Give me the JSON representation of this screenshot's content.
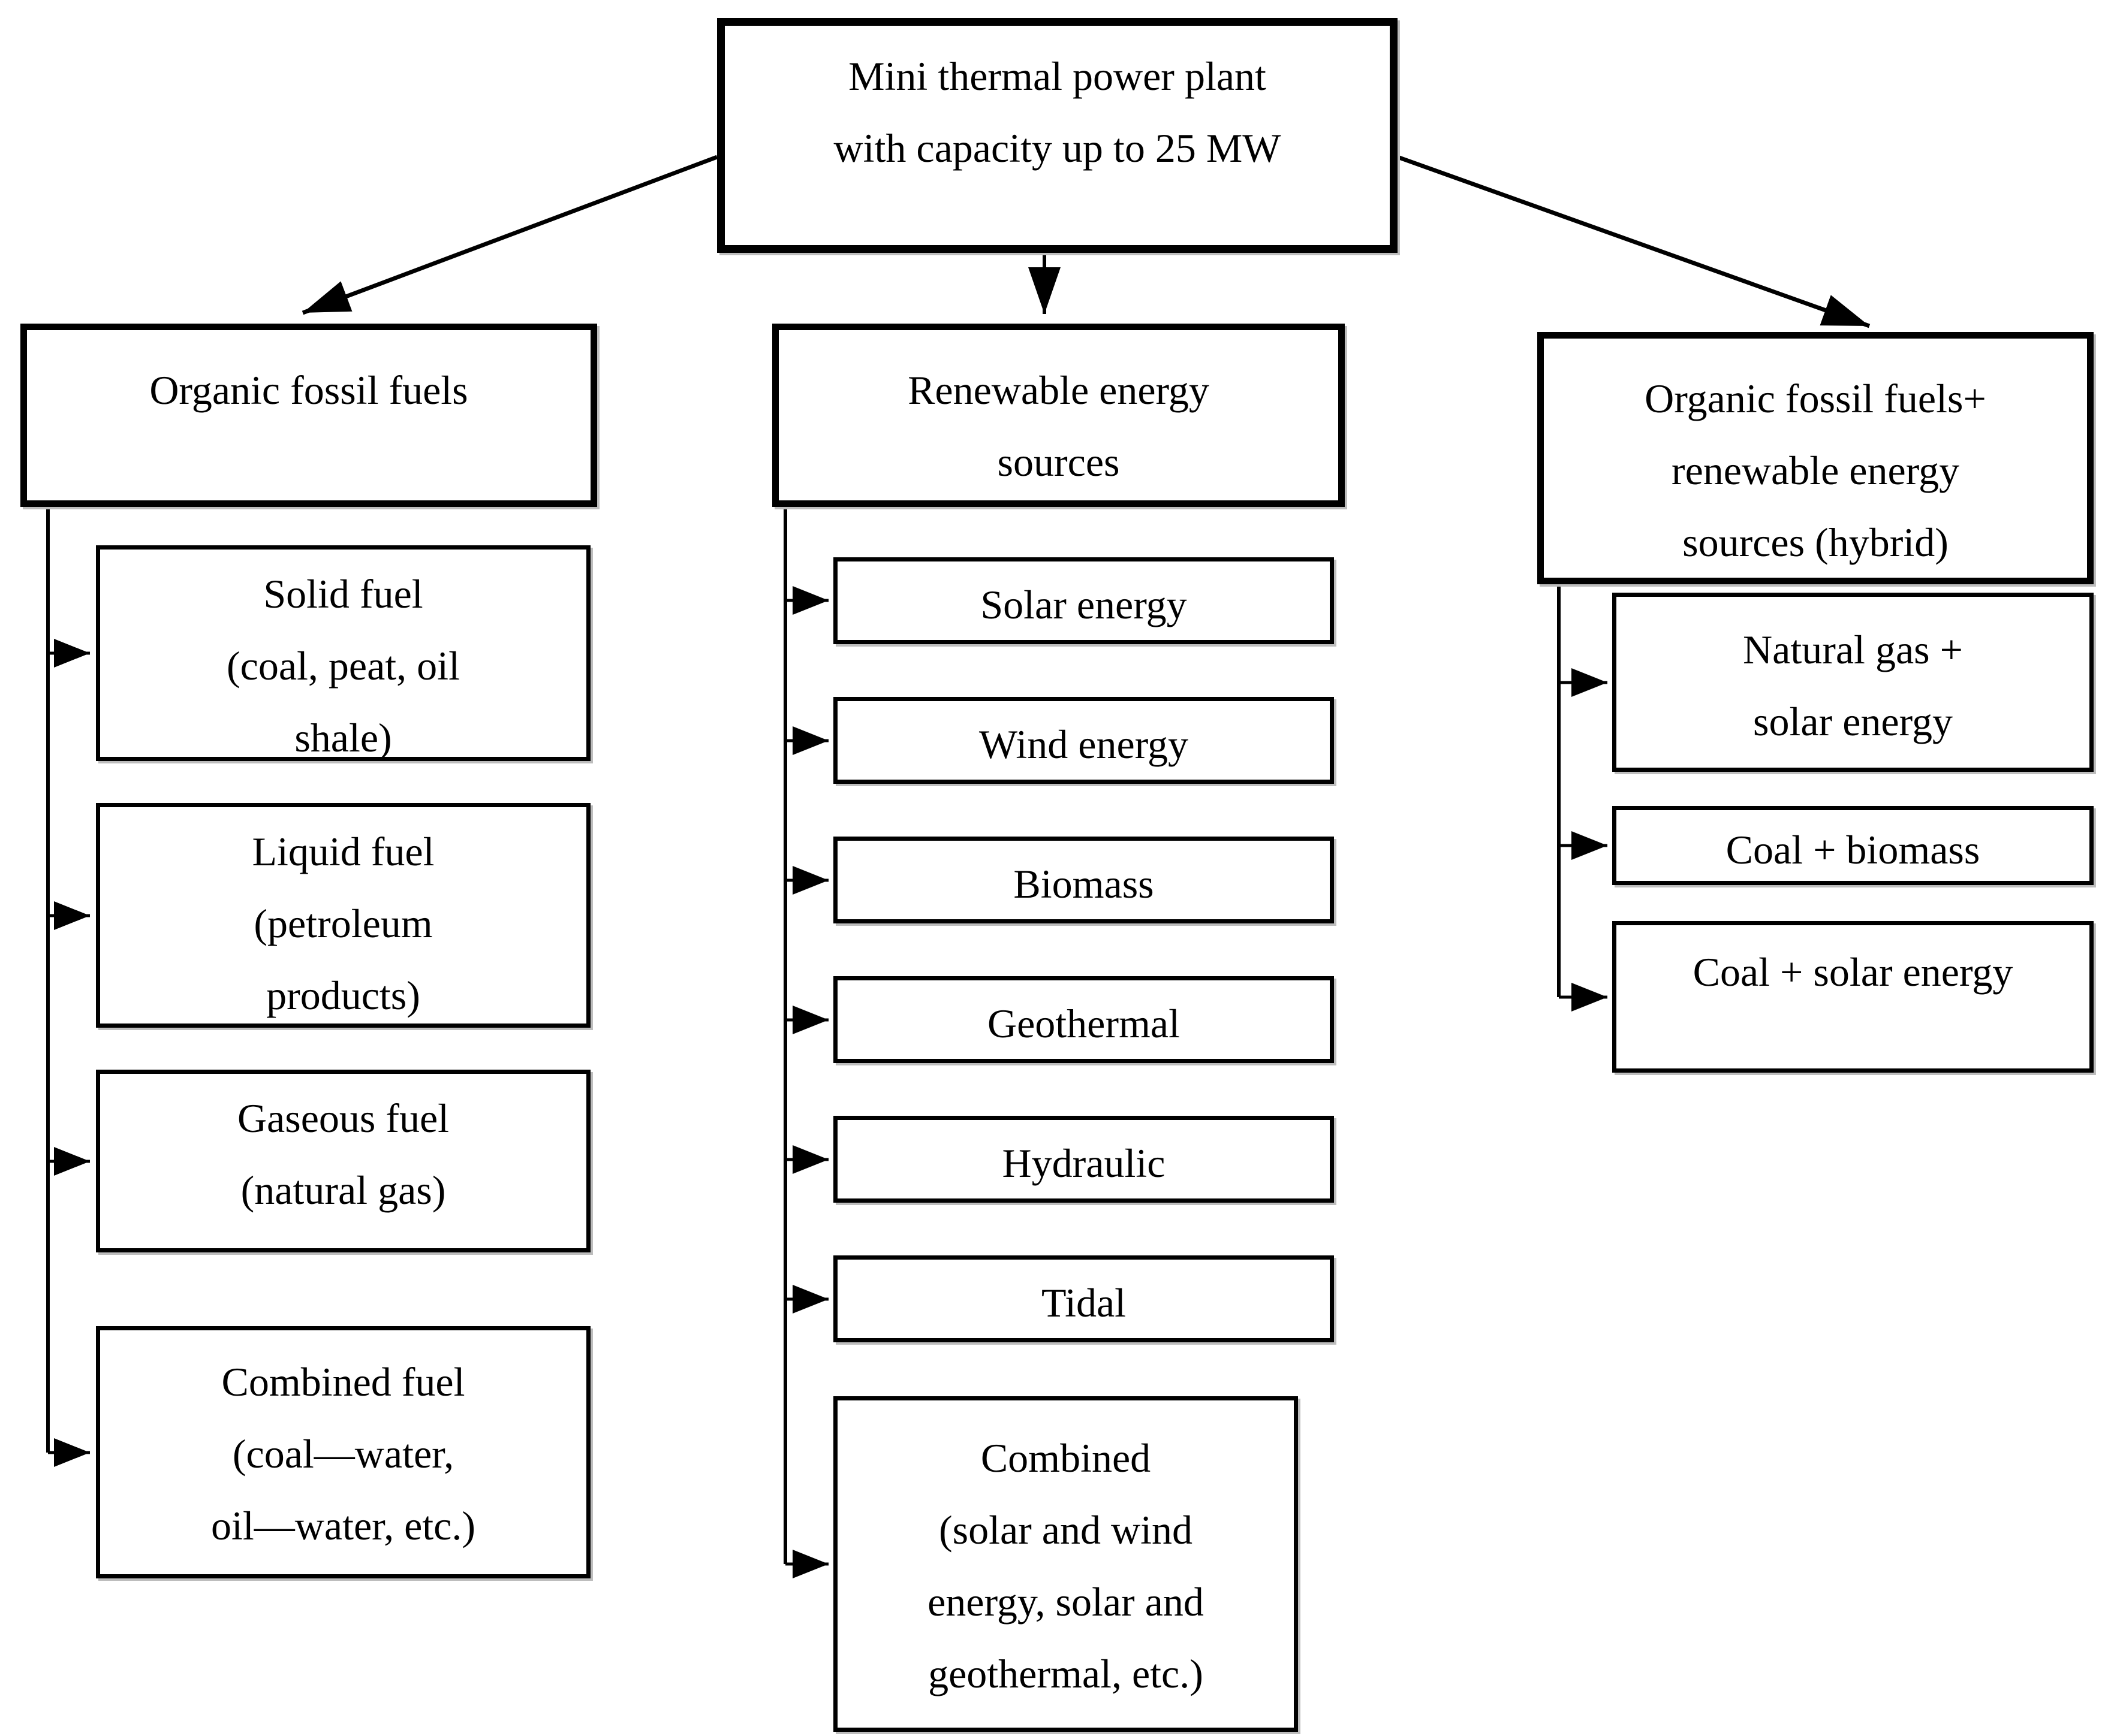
{
  "diagram": {
    "root": {
      "label": "Mini thermal power plant\nwith capacity up to 25 MW"
    },
    "columns": [
      {
        "header": "Organic fossil fuels",
        "children": [
          "Solid fuel\n(coal, peat, oil\nshale)",
          "Liquid fuel\n(petroleum\nproducts)",
          "Gaseous fuel\n(natural gas)",
          "Combined fuel\n(coal—water,\noil—water, etc.)"
        ]
      },
      {
        "header": "Renewable energy\nsources",
        "children": [
          "Solar energy",
          "Wind energy",
          "Biomass",
          "Geothermal",
          "Hydraulic",
          "Tidal",
          "Combined\n(solar and wind\nenergy, solar and\ngeothermal, etc.)"
        ]
      },
      {
        "header": "Organic fossil fuels+\nrenewable energy\nsources (hybrid)",
        "children": [
          "Natural gas +\nsolar energy",
          "Coal + biomass",
          "Coal + solar energy"
        ]
      }
    ],
    "colors": {
      "line": "#000000",
      "box_background": "#ffffff",
      "text": "#000000"
    }
  }
}
